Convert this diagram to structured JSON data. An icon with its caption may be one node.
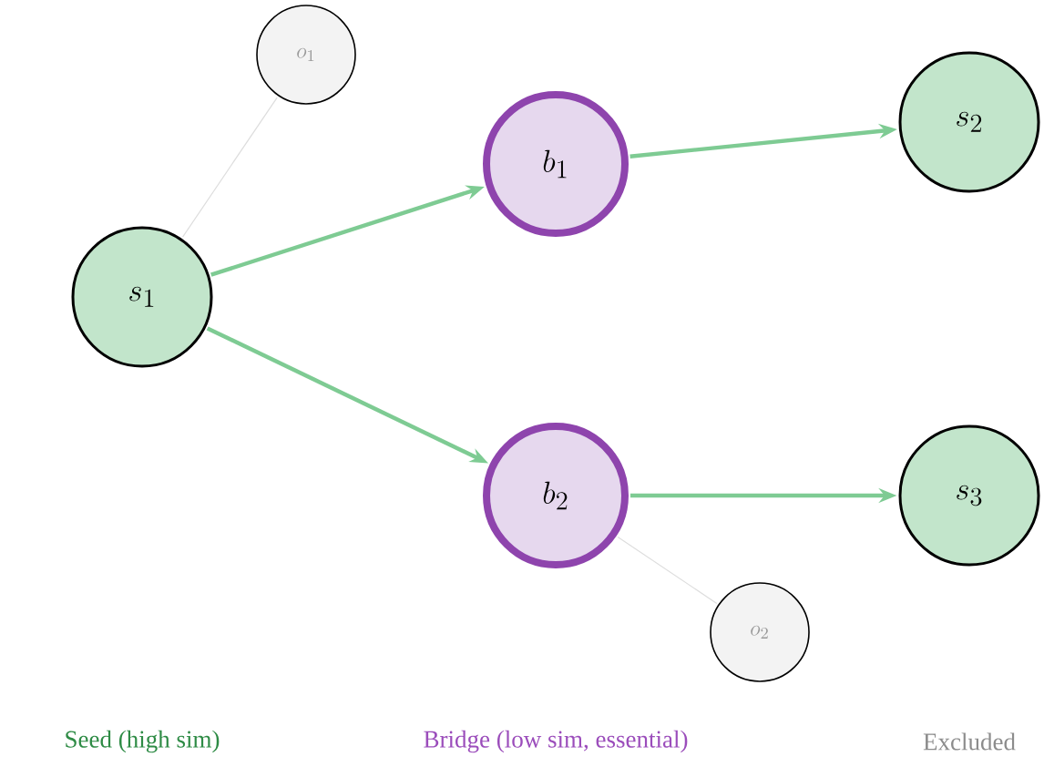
{
  "diagram": {
    "nodes": [
      {
        "text": [
          "s_1"
        ]
      },
      {
        "text": [
          "b_1"
        ]
      },
      {
        "text": [
          "b_2"
        ]
      },
      {
        "text": [
          "s_2"
        ]
      },
      {
        "text": [
          "s_3"
        ]
      },
      {
        "text": [
          "o_1"
        ]
      },
      {
        "text": [
          "o_2"
        ]
      }
    ],
    "edges": [
      {
        "from": 0,
        "to": 1,
        "arrow": "to"
      },
      {
        "from": 0,
        "to": 2,
        "arrow": "to"
      },
      {
        "from": 1,
        "to": 3,
        "arrow": "to"
      },
      {
        "from": 2,
        "to": 4,
        "arrow": "to"
      },
      {
        "from": 0,
        "to": 5,
        "arrow": "none",
        "color": "#dddddd"
      },
      {
        "from": 2,
        "to": 6,
        "arrow": "none",
        "color": "#dddddd"
      }
    ],
    "legend": [
      {
        "text": "Seed (high sim)",
        "color": "#2e8b45"
      },
      {
        "text": "Bridge (low sim, essential)",
        "color": "#9b4dbb"
      },
      {
        "text": "Excluded",
        "color": "#8c8c8c"
      }
    ]
  }
}
